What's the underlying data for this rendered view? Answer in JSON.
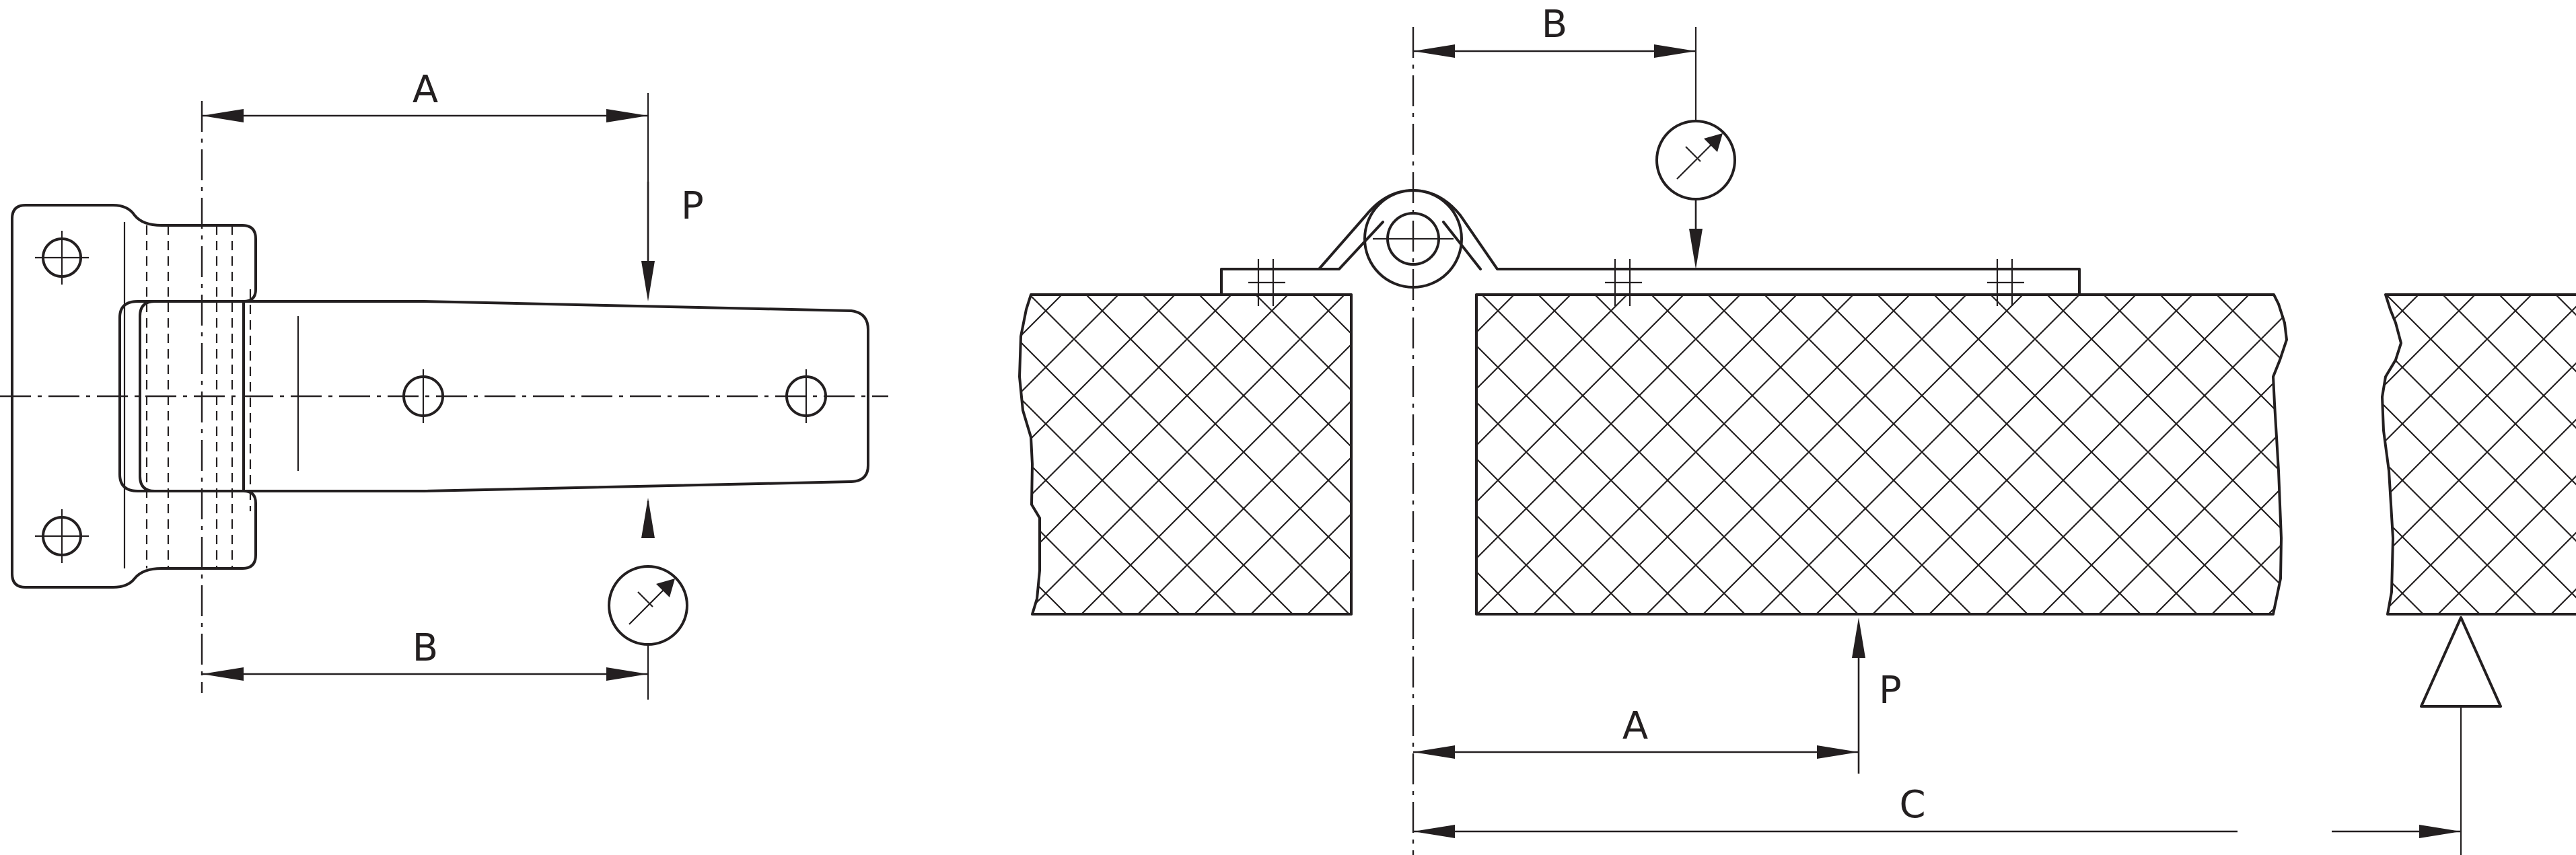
{
  "labels": {
    "left_A": "A",
    "left_B": "B",
    "left_P": "P",
    "right_B": "B",
    "right_A": "A",
    "right_P": "P",
    "right_C": "C"
  },
  "colors": {
    "ink": "#231f20",
    "background": "#ffffff"
  },
  "icons": {
    "force_gauge": "circle-with-diagonal-arrow",
    "support": "triangle-support"
  }
}
